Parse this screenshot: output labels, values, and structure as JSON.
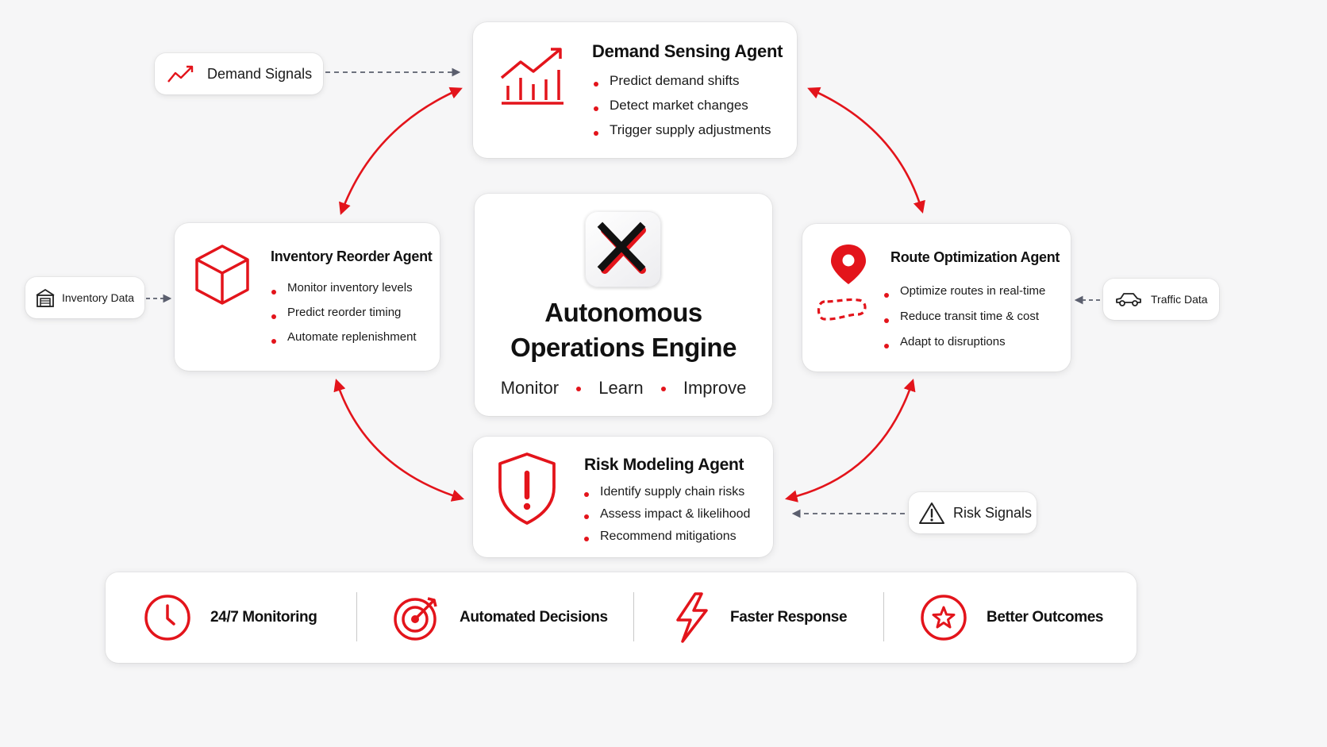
{
  "engine": {
    "title_line1": "Autonomous",
    "title_line2": "Operations Engine",
    "cycle": [
      "Monitor",
      "Learn",
      "Improve"
    ]
  },
  "agents": {
    "demand": {
      "title": "Demand Sensing Agent",
      "bullets": [
        "Predict demand shifts",
        "Detect market changes",
        "Trigger supply adjustments"
      ]
    },
    "inventory": {
      "title": "Inventory Reorder Agent",
      "bullets": [
        "Monitor inventory levels",
        "Predict reorder timing",
        "Automate replenishment"
      ]
    },
    "route": {
      "title": "Route Optimization Agent",
      "bullets": [
        "Optimize routes in real-time",
        "Reduce transit time & cost",
        "Adapt to disruptions"
      ]
    },
    "risk": {
      "title": "Risk Modeling Agent",
      "bullets": [
        "Identify supply chain risks",
        "Assess impact & likelihood",
        "Recommend mitigations"
      ]
    }
  },
  "inputs": {
    "demand_signals": "Demand Signals",
    "inventory_data": "Inventory Data",
    "traffic_data": "Traffic Data",
    "risk_signals": "Risk Signals"
  },
  "benefits": [
    "24/7 Monitoring",
    "Automated Decisions",
    "Faster Response",
    "Better Outcomes"
  ],
  "colors": {
    "accent": "#e3141b",
    "text": "#111111",
    "background": "#f6f6f7",
    "dashed_arrow": "#5b5f6e"
  }
}
